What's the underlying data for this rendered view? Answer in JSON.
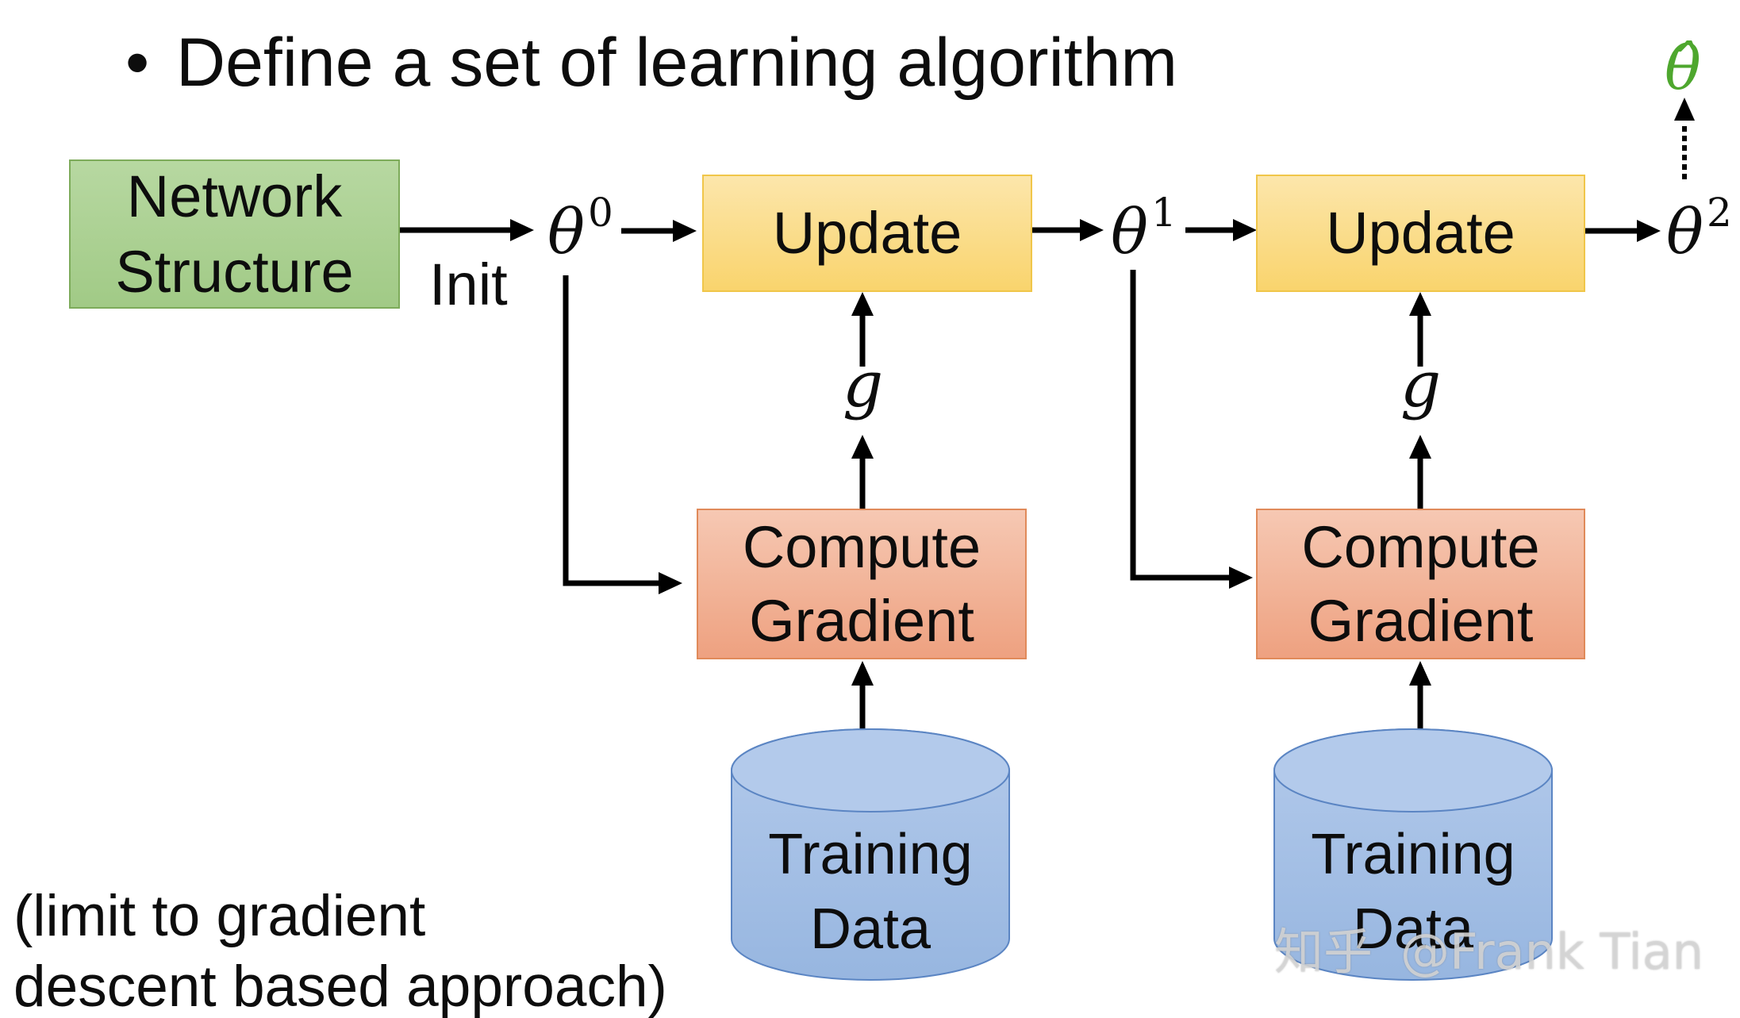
{
  "slide": {
    "bullet": "•",
    "title": "Define a set of learning algorithm"
  },
  "diagram": {
    "network_structure": {
      "line1": "Network",
      "line2": "Structure"
    },
    "init_label": "Init",
    "theta0": {
      "symbol": "θ",
      "superscript": "0"
    },
    "theta1": {
      "symbol": "θ",
      "superscript": "1"
    },
    "theta2": {
      "symbol": "θ",
      "superscript": "2"
    },
    "theta_hat": "θ̂",
    "update_1": "Update",
    "update_2": "Update",
    "gradient_1": "g",
    "gradient_2": "g",
    "compute_gradient_1": {
      "line1": "Compute",
      "line2": "Gradient"
    },
    "compute_gradient_2": {
      "line1": "Compute",
      "line2": "Gradient"
    },
    "training_data_1": {
      "line1": "Training",
      "line2": "Data"
    },
    "training_data_2": {
      "line1": "Training",
      "line2": "Data"
    }
  },
  "note": {
    "line1": "(limit to gradient",
    "line2": "descent based approach)"
  },
  "watermark": {
    "brand": "知乎",
    "author": "@Frank Tian"
  },
  "colors": {
    "network_fill_top": "#b7d8a1",
    "network_fill_bottom": "#a1ca86",
    "network_border": "#7dab5a",
    "update_fill_top": "#fce6ab",
    "update_fill_bottom": "#f9d46d",
    "update_border": "#f0c64a",
    "compute_fill_top": "#f6c8b3",
    "compute_fill_bottom": "#eea180",
    "compute_border": "#e08a5a",
    "data_fill_top": "#b3caeb",
    "data_fill_bottom": "#97b6e0",
    "data_border": "#5b85c3",
    "theta_hat": "#4ea72e",
    "arrow": "#000000"
  }
}
